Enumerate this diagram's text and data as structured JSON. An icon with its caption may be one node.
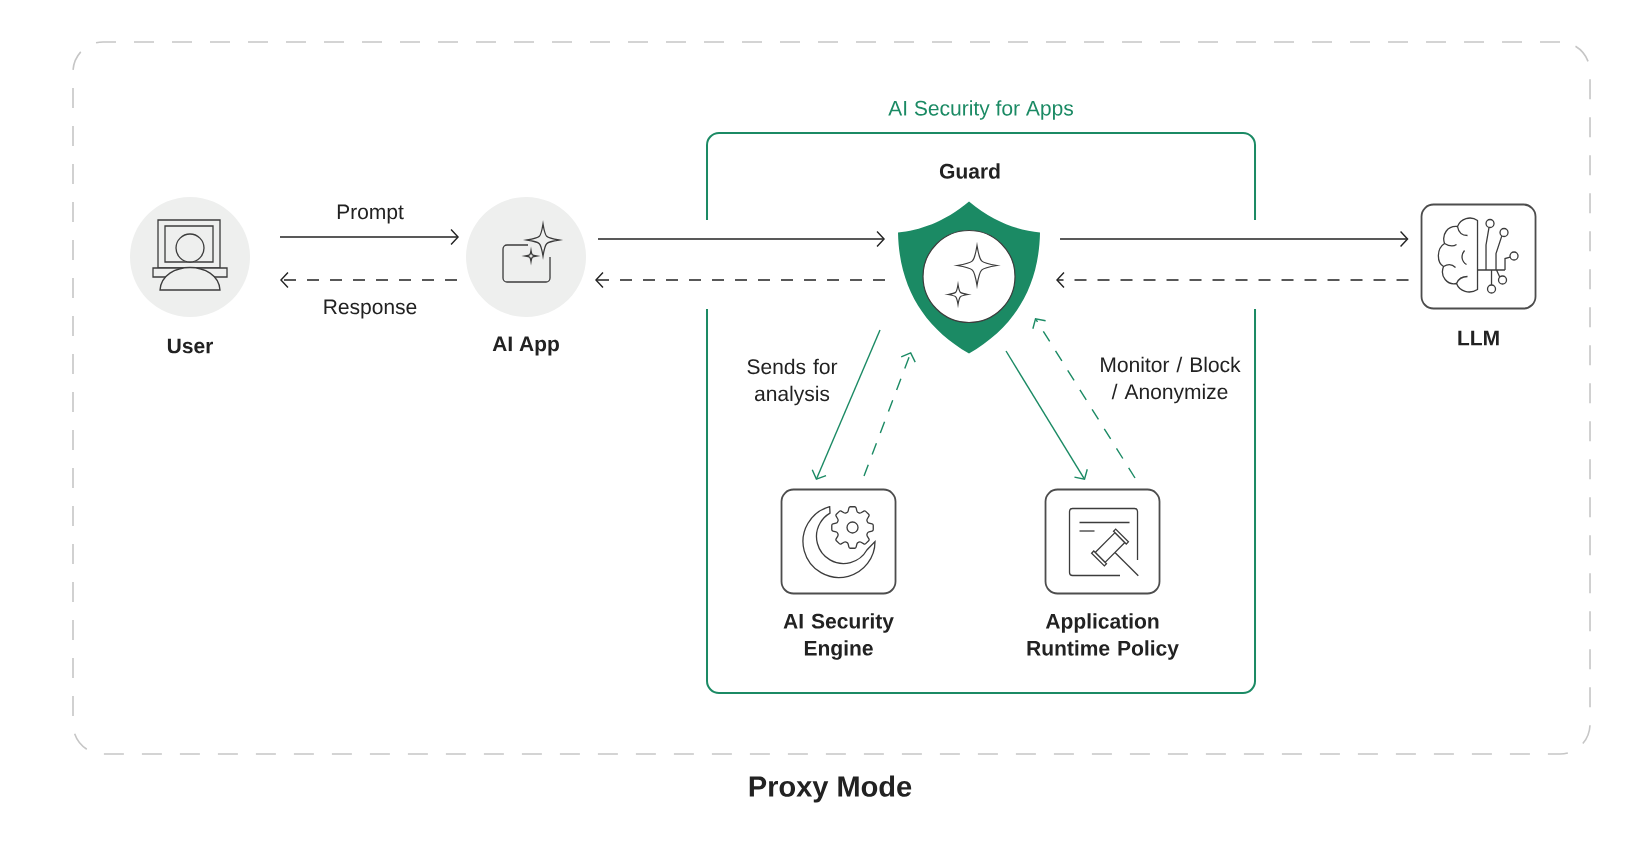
{
  "diagram": {
    "nodes": [
      {
        "text": [
          "Proxy Mode"
        ]
      },
      {
        "text": [
          "User"
        ],
        "in": 0
      },
      {
        "text": [
          "AI App"
        ],
        "in": 0
      },
      {
        "text": [
          "AI Security for Apps"
        ],
        "in": 0
      },
      {
        "text": [
          "Guard"
        ],
        "in": 3
      },
      {
        "text": [
          "LLM"
        ],
        "in": 0
      },
      {
        "text": [
          "AI Security Engine"
        ],
        "in": 3
      },
      {
        "text": [
          "Application Runtime Policy"
        ],
        "in": 3
      }
    ],
    "edges": [
      {
        "from": 1,
        "to": 2,
        "arrow": "to",
        "label": "Prompt"
      },
      {
        "from": 2,
        "to": 1,
        "arrow": "to",
        "style": "dashed",
        "label": "Response"
      },
      {
        "from": 2,
        "to": 4,
        "arrow": "to"
      },
      {
        "from": 4,
        "to": 2,
        "arrow": "to",
        "style": "dashed"
      },
      {
        "from": 4,
        "to": 5,
        "arrow": "to"
      },
      {
        "from": 5,
        "to": 4,
        "arrow": "to",
        "style": "dashed"
      },
      {
        "from": 4,
        "to": 6,
        "arrow": "to",
        "color": "#1b8a64",
        "label": "Sends for analysis"
      },
      {
        "from": 6,
        "to": 4,
        "arrow": "to",
        "style": "dashed",
        "color": "#1b8a64"
      },
      {
        "from": 4,
        "to": 7,
        "arrow": "to",
        "color": "#1b8a64"
      },
      {
        "from": 7,
        "to": 4,
        "arrow": "to",
        "style": "dashed",
        "color": "#1b8a64",
        "label": "Monitor / Block / Anonymize"
      }
    ]
  }
}
